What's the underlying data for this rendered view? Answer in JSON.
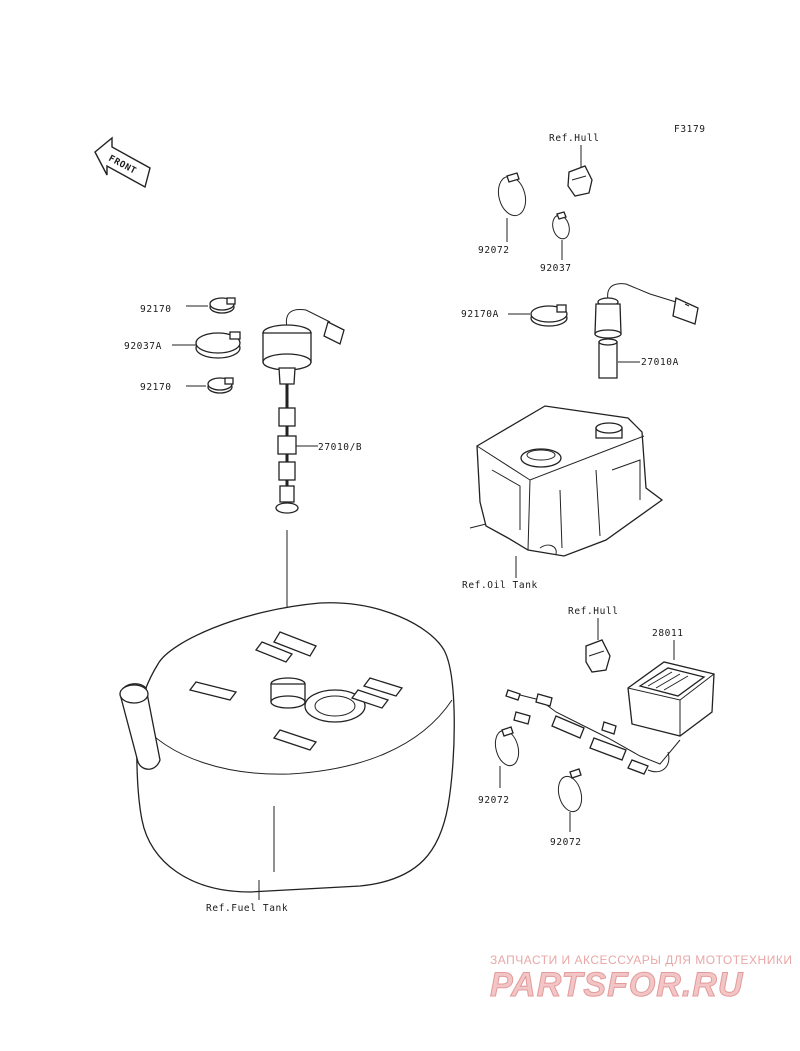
{
  "figure_code": "F3179",
  "front_arrow": "FRONT",
  "labels": {
    "ref_hull_top": "Ref.Hull",
    "p92072_top": "92072",
    "p92037": "92037",
    "p92170a": "92170A",
    "p27010a": "27010A",
    "ref_oil_tank": "Ref.Oil Tank",
    "p92170_top": "92170",
    "p92037a": "92037A",
    "p92170_bottom": "92170",
    "p27010b": "27010/B",
    "ref_hull_mid": "Ref.Hull",
    "p28011": "28011",
    "p92072_left": "92072",
    "p92072_bottom": "92072",
    "ref_fuel_tank": "Ref.Fuel Tank"
  },
  "watermark": {
    "caption": "ЗАПЧАСТИ И АКСЕССУАРЫ ДЛЯ МОТОТЕХНИКИ",
    "logo": "PARTSFOR.RU"
  },
  "colors": {
    "line": "#222222",
    "watermark": "#e49a9a"
  }
}
